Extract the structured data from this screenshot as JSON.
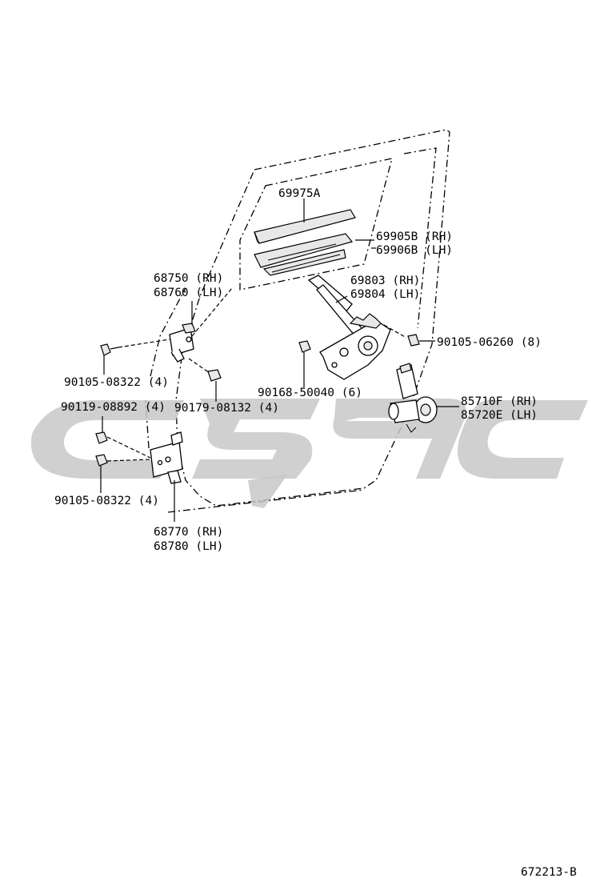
{
  "diagram": {
    "drawing_number": "672213-B",
    "labels": {
      "glass_run": "69975A",
      "weatherstrip_rh": "69905B (RH)",
      "weatherstrip_lh": "69906B (LH)",
      "lock_rh": "68750 (RH)",
      "lock_lh": "68760 (LH)",
      "regulator_rh": "69803 (RH)",
      "regulator_lh": "69804 (LH)",
      "bolt_regulator": "90105-06260 (8)",
      "bolt_upper": "90105-08322 (4)",
      "bolt_119": "90119-08892 (4)",
      "nut_179": "90179-08132 (4)",
      "clip_168": "90168-50040 (6)",
      "motor_rh": "85710F (RH)",
      "motor_lh": "85720E (LH)",
      "bolt_lower": "90105-08322 (4)",
      "hinge_rh": "68770 (RH)",
      "hinge_lh": "68780 (LH)"
    },
    "icons": [
      "hinge-upper-icon",
      "hinge-lower-icon",
      "window-regulator-icon",
      "regulator-motor-icon",
      "bolt-icon",
      "nut-icon",
      "clip-icon",
      "weatherstrip-icon",
      "watermark-logo-icon"
    ]
  }
}
